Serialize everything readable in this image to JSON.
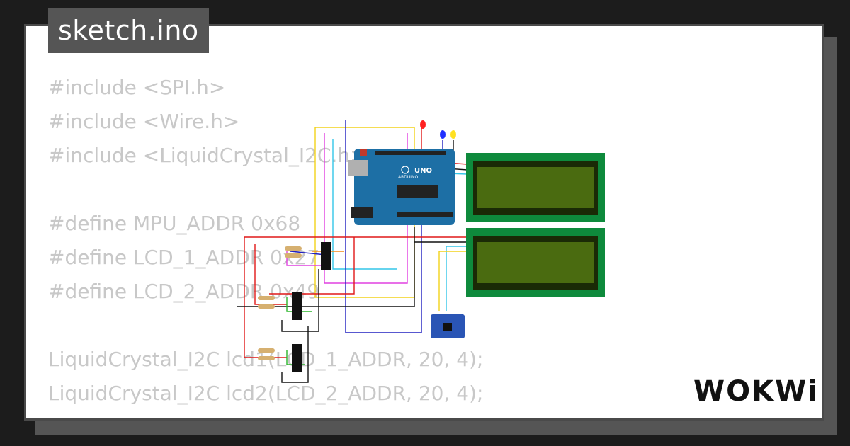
{
  "header": {
    "filename": "sketch.ino"
  },
  "code": {
    "lines": [
      "#include <SPI.h>",
      "#include <Wire.h>",
      "#include <LiquidCrystal_I2C.h>",
      "",
      "#define MPU_ADDR 0x68",
      "#define LCD_1_ADDR 0x27",
      "#define LCD_2_ADDR 0x49",
      "",
      "LiquidCrystal_I2C lcd1(LCD_1_ADDR, 20, 4);",
      "LiquidCrystal_I2C lcd2(LCD_2_ADDR, 20, 4);"
    ]
  },
  "diagram": {
    "board": {
      "label": "UNO",
      "brand": "ARDUINO",
      "color": "#1d6fa5"
    },
    "lcd_color": "#0e8a3c",
    "lcd_screen_color": "#4a6b10",
    "leds": [
      {
        "color": "#ff2020"
      },
      {
        "color": "#2030ff"
      },
      {
        "color": "#ffe020"
      }
    ],
    "sensor_color": "#2a55b5"
  },
  "brand": {
    "logo_text": "WOKWi",
    "color": "#111111"
  }
}
